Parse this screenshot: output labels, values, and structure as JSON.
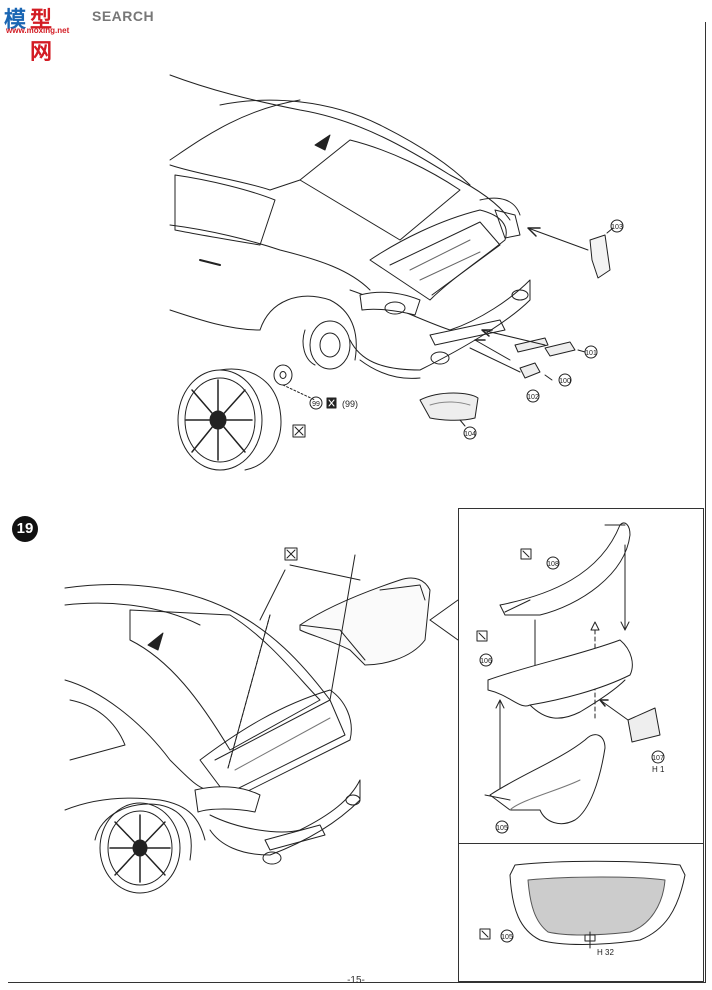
{
  "watermark": {
    "logo": "模",
    "brand": "型网",
    "search": "SEARCH",
    "url": "www.moxing.net"
  },
  "page_number": "-15-",
  "step_top": {
    "parts": [
      "103",
      "101",
      "100",
      "102",
      "104",
      "99",
      "(99)"
    ]
  },
  "step_19": {
    "number": "19",
    "parts": [
      "108",
      "106",
      "107",
      "105",
      "105"
    ],
    "paint_refs": [
      "H 1",
      "H 32"
    ]
  }
}
